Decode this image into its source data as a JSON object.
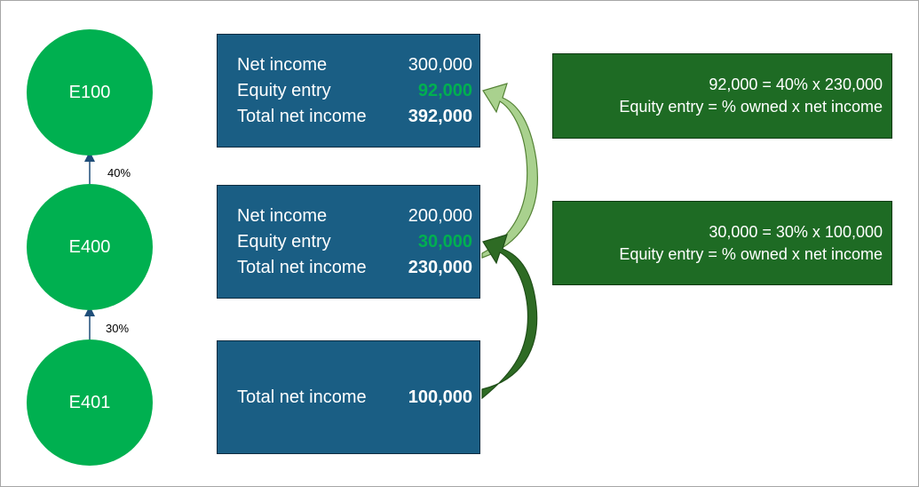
{
  "entities": [
    {
      "label": "E100"
    },
    {
      "label": "E400"
    },
    {
      "label": "E401"
    }
  ],
  "ownership": [
    {
      "label": "40%"
    },
    {
      "label": "30%"
    }
  ],
  "boxes": [
    {
      "net_income_label": "Net income",
      "net_income_value": "300,000",
      "equity_label": "Equity entry",
      "equity_value": "92,000",
      "total_label": "Total net income",
      "total_value": "392,000"
    },
    {
      "net_income_label": "Net income",
      "net_income_value": "200,000",
      "equity_label": "Equity entry",
      "equity_value": "30,000",
      "total_label": "Total net income",
      "total_value": "230,000"
    },
    {
      "total_label": "Total net income",
      "total_value": "100,000"
    }
  ],
  "notes": [
    {
      "calc": "92,000 = 40% x 230,000",
      "formula": "Equity entry = % owned x net income"
    },
    {
      "calc": "30,000 = 30% x 100,000",
      "formula": "Equity entry = % owned x net income"
    }
  ],
  "colors": {
    "entity_green": "#00b050",
    "box_blue": "#1a5e84",
    "note_green": "#1e6b24",
    "arrow_light": "#a9d18e",
    "arrow_dark": "#2e6b24",
    "connector_blue": "#1f4e79"
  }
}
